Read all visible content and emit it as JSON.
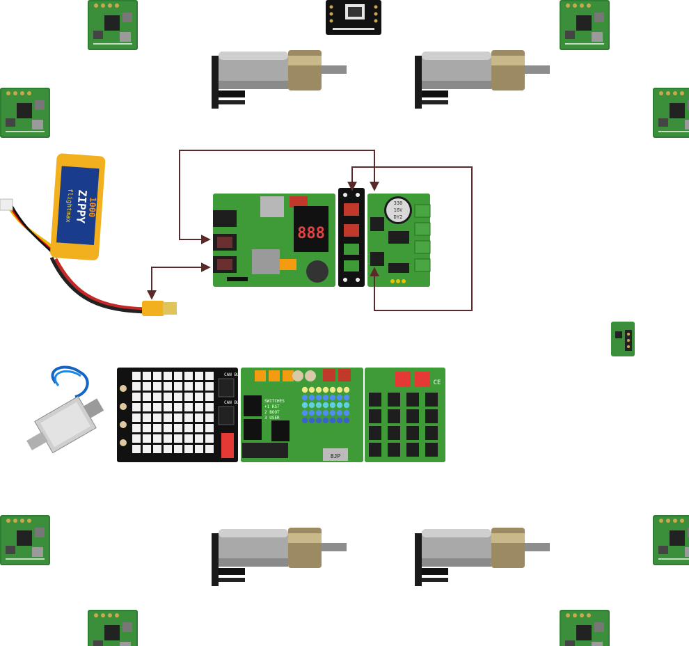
{
  "battery": {
    "brand": "ZIPPY",
    "model": "flightmax",
    "capacity": "1000"
  },
  "display": {
    "digits": "888"
  },
  "capacitor": {
    "lines": [
      "330",
      "16V",
      "DY2"
    ]
  },
  "led_panel": {
    "can_label_1": "CAN BUS",
    "can_label_2": "CAN BUS"
  },
  "controller": {
    "usb_label": "8JP",
    "switch_labels": [
      "SWITCHES",
      "+1 RST",
      "2 BOOT",
      "3 USER"
    ]
  },
  "expansion": {
    "ce_mark": "CE"
  }
}
